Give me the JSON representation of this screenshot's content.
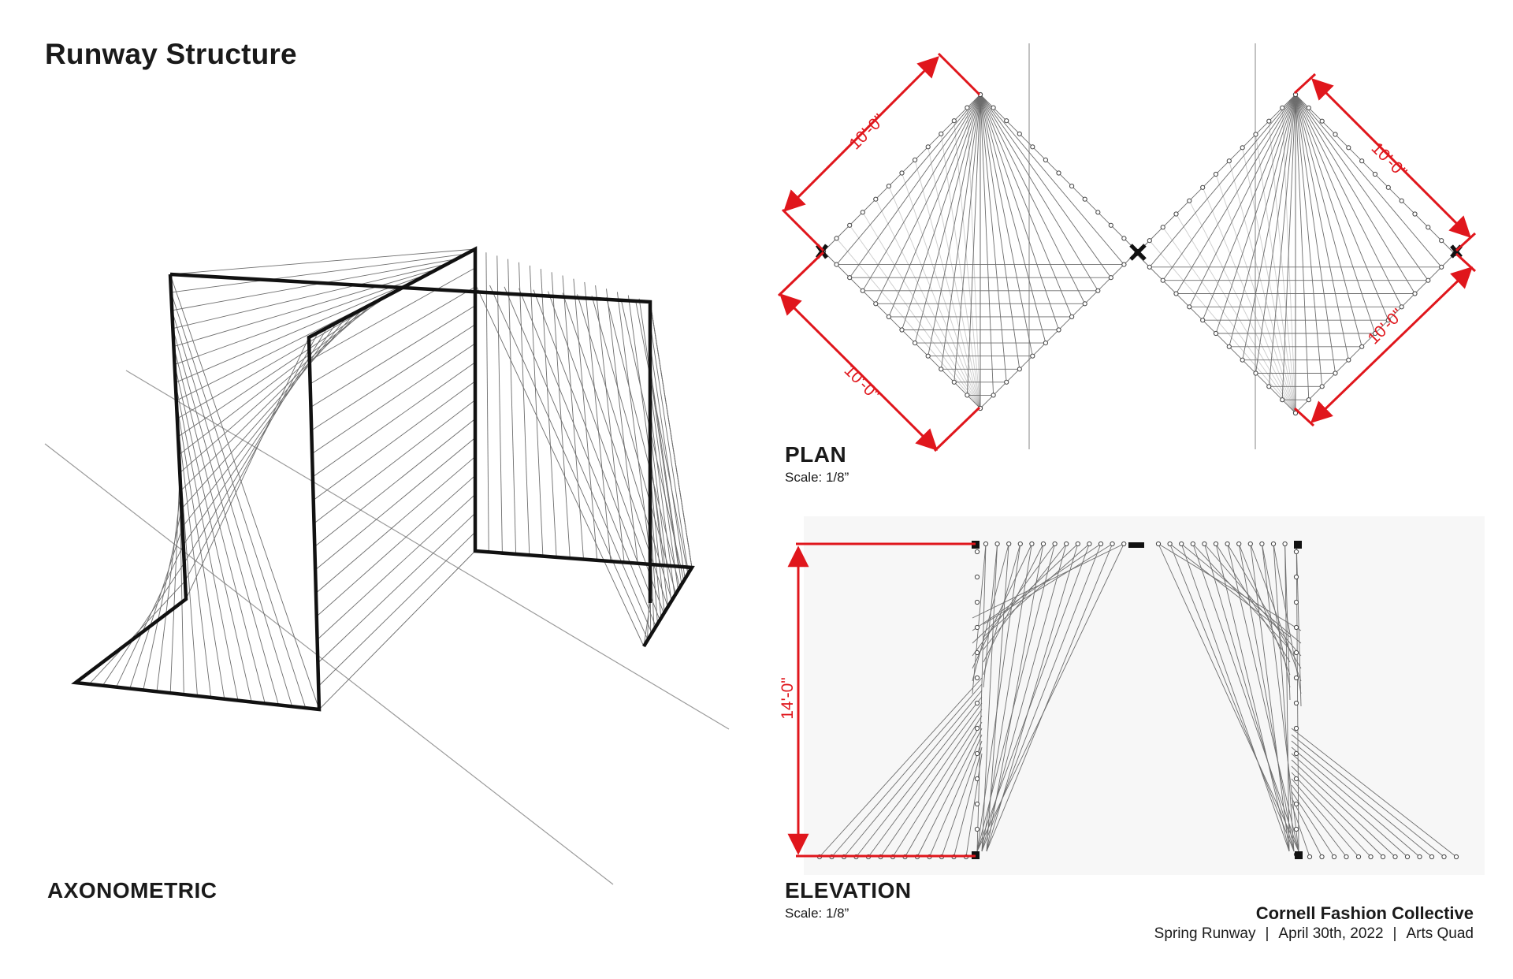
{
  "title": "Runway Structure",
  "views": {
    "axonometric": {
      "label": "AXONOMETRIC"
    },
    "plan": {
      "label": "PLAN",
      "scale": "Scale: 1/8”"
    },
    "elevation": {
      "label": "ELEVATION",
      "scale": "Scale: 1/8”"
    }
  },
  "dimensions": {
    "plan_upper_left": "10'-0\"",
    "plan_lower_left": "10'-0\"",
    "plan_upper_right": "10'-0\"",
    "plan_lower_right": "10'-0\"",
    "elevation_height": "14'-0\""
  },
  "footer": {
    "organization": "Cornell Fashion Collective",
    "event": "Spring Runway",
    "date": "April 30th, 2022",
    "location": "Arts Quad"
  },
  "colors": {
    "dimension": "#e0161c",
    "line": "#111111",
    "string": "#7a7a7a"
  }
}
